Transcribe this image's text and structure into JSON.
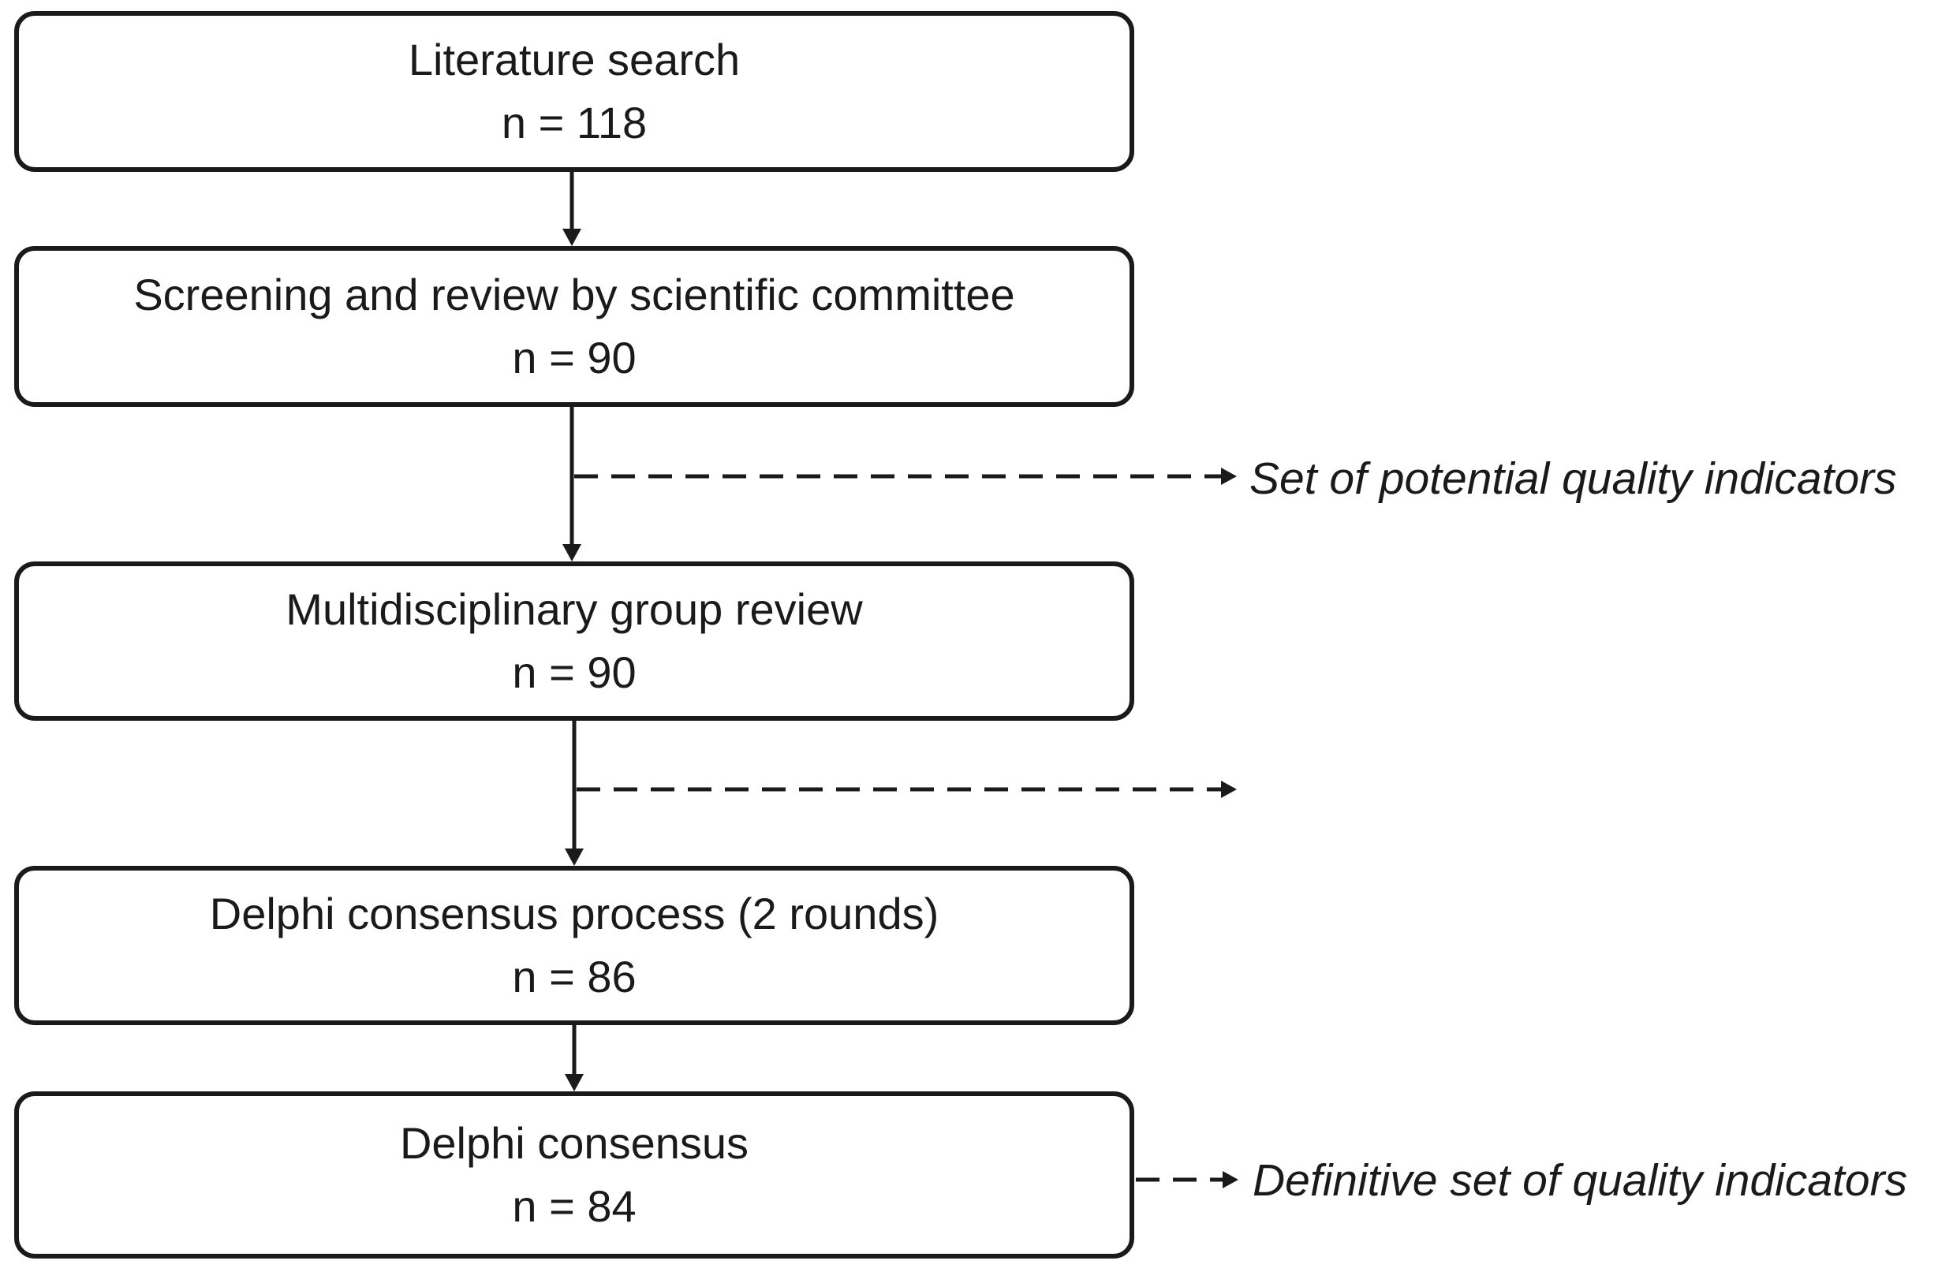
{
  "steps": [
    {
      "title": "Literature search",
      "count": "n = 118"
    },
    {
      "title": "Screening and review by scientific committee",
      "count": "n = 90"
    },
    {
      "title": "Multidisciplinary group review",
      "count": "n = 90"
    },
    {
      "title": "Delphi consensus process (2 rounds)",
      "count": "n = 86"
    },
    {
      "title": "Delphi consensus",
      "count": "n = 84"
    }
  ],
  "outputs": {
    "potential": "Set of potential quality indicators",
    "definitive": "Definitive set of quality indicators"
  },
  "colors": {
    "stroke": "#1a1a1a",
    "background": "#ffffff"
  }
}
